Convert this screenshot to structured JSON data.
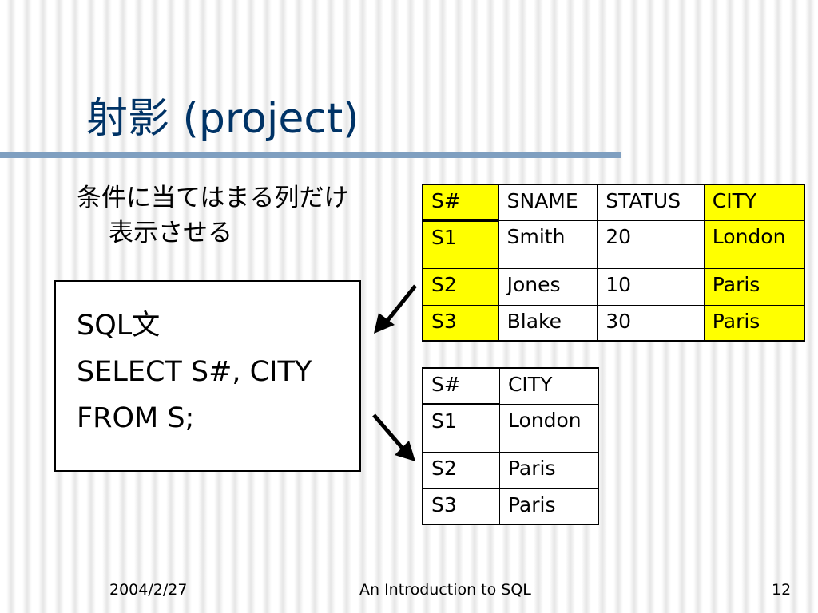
{
  "slide": {
    "title": "射影 (project)",
    "description_line1": "条件に当てはまる列だけ",
    "description_line2": "表示させる"
  },
  "sql_box": {
    "line1": "SQL文",
    "line2": "SELECT S#, CITY",
    "line3": "FROM S;"
  },
  "source_table": {
    "headers": [
      "S#",
      "SNAME",
      "STATUS",
      "CITY"
    ],
    "rows": [
      [
        "S1",
        "Smith",
        "20",
        "London"
      ],
      [
        "S2",
        "Jones",
        "10",
        "Paris"
      ],
      [
        "S3",
        "Blake",
        "30",
        "Paris"
      ]
    ]
  },
  "result_table": {
    "headers": [
      "S#",
      "CITY"
    ],
    "rows": [
      [
        "S1",
        "London"
      ],
      [
        "S2",
        "Paris"
      ],
      [
        "S3",
        "Paris"
      ]
    ]
  },
  "footer": {
    "date": "2004/2/27",
    "center": "An Introduction to SQL",
    "page": "12"
  },
  "colors": {
    "title": "#003366",
    "rule": "#7f9fc0",
    "highlight": "#ffff00"
  }
}
